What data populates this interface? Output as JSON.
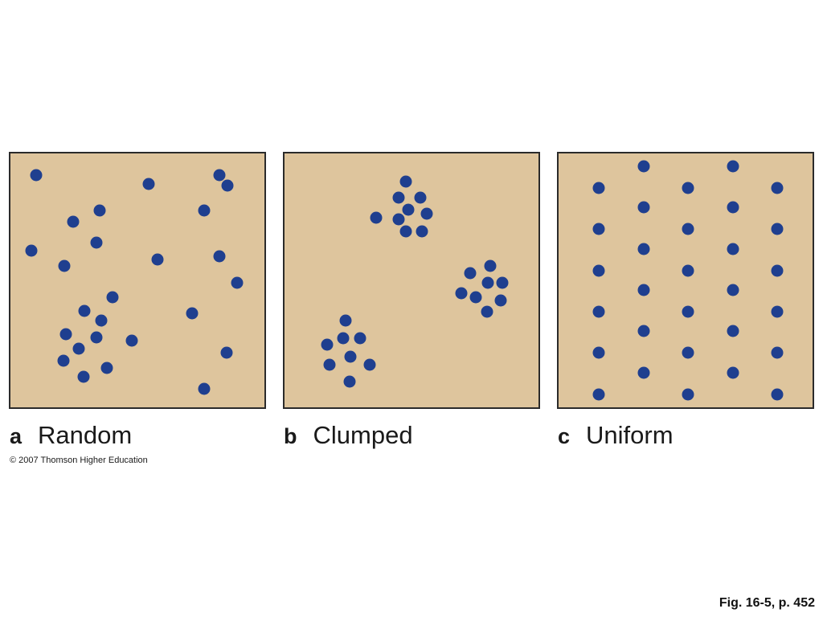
{
  "colors": {
    "panel_fill": "#dec59d",
    "dot": "#1f3f8f",
    "border": "#2b2b2b"
  },
  "panels": [
    {
      "id": "a",
      "letter": "a",
      "label": "Random",
      "dots": [
        [
          32,
          27
        ],
        [
          260,
          27
        ],
        [
          172,
          38
        ],
        [
          270,
          40
        ],
        [
          111,
          71
        ],
        [
          241,
          71
        ],
        [
          78,
          85
        ],
        [
          107,
          111
        ],
        [
          26,
          121
        ],
        [
          67,
          140
        ],
        [
          183,
          132
        ],
        [
          260,
          128
        ],
        [
          282,
          161
        ],
        [
          127,
          179
        ],
        [
          92,
          196
        ],
        [
          113,
          208
        ],
        [
          226,
          199
        ],
        [
          69,
          225
        ],
        [
          107,
          229
        ],
        [
          151,
          233
        ],
        [
          85,
          243
        ],
        [
          66,
          258
        ],
        [
          269,
          248
        ],
        [
          120,
          267
        ],
        [
          91,
          278
        ],
        [
          241,
          293
        ]
      ]
    },
    {
      "id": "b",
      "letter": "b",
      "label": "Clumped",
      "dots": [
        [
          151,
          35
        ],
        [
          142,
          55
        ],
        [
          169,
          55
        ],
        [
          154,
          70
        ],
        [
          114,
          80
        ],
        [
          142,
          82
        ],
        [
          177,
          75
        ],
        [
          151,
          97
        ],
        [
          171,
          97
        ],
        [
          256,
          140
        ],
        [
          231,
          149
        ],
        [
          253,
          161
        ],
        [
          271,
          161
        ],
        [
          220,
          174
        ],
        [
          238,
          179
        ],
        [
          269,
          183
        ],
        [
          252,
          197
        ],
        [
          76,
          208
        ],
        [
          73,
          230
        ],
        [
          94,
          230
        ],
        [
          53,
          238
        ],
        [
          82,
          253
        ],
        [
          56,
          263
        ],
        [
          106,
          263
        ],
        [
          81,
          284
        ]
      ]
    },
    {
      "id": "c",
      "letter": "c",
      "label": "Uniform",
      "dots": [
        [
          106,
          16
        ],
        [
          217,
          16
        ],
        [
          50,
          43
        ],
        [
          161,
          43
        ],
        [
          272,
          43
        ],
        [
          106,
          67
        ],
        [
          217,
          67
        ],
        [
          50,
          94
        ],
        [
          161,
          94
        ],
        [
          272,
          94
        ],
        [
          106,
          119
        ],
        [
          217,
          119
        ],
        [
          50,
          146
        ],
        [
          161,
          146
        ],
        [
          272,
          146
        ],
        [
          106,
          170
        ],
        [
          217,
          170
        ],
        [
          50,
          197
        ],
        [
          161,
          197
        ],
        [
          272,
          197
        ],
        [
          106,
          221
        ],
        [
          217,
          221
        ],
        [
          50,
          248
        ],
        [
          161,
          248
        ],
        [
          272,
          248
        ],
        [
          106,
          273
        ],
        [
          217,
          273
        ],
        [
          50,
          300
        ],
        [
          161,
          300
        ],
        [
          272,
          300
        ]
      ]
    }
  ],
  "copyright": "© 2007 Thomson Higher Education",
  "figure_ref": "Fig. 16-5, p. 452"
}
